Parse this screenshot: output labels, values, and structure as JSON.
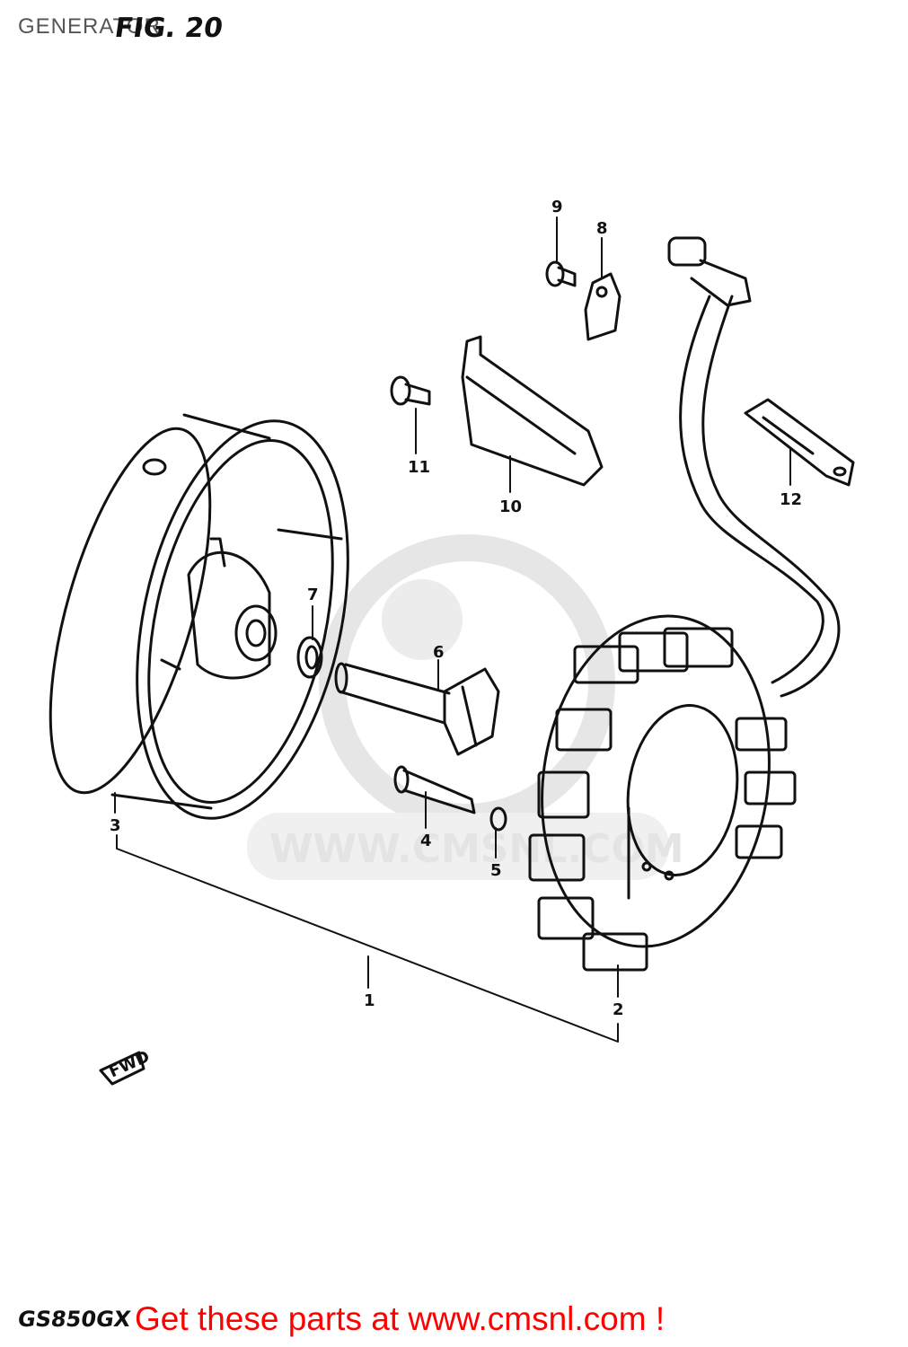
{
  "page_title": "GENERATOR",
  "figure_label": "FIG. 20",
  "model_code": "GS850GX",
  "footer_link": "Get these parts at www.cmsnl.com !",
  "watermark": "WWW.CMSNL.COM",
  "callouts": {
    "c1": "1",
    "c2": "2",
    "c3": "3",
    "c4": "4",
    "c5": "5",
    "c6": "6",
    "c7": "7",
    "c8": "8",
    "c9": "9",
    "c10": "10",
    "c11": "11",
    "c12": "12"
  },
  "fwd_label": "FWD",
  "colors": {
    "link": "#ff0000",
    "ink": "#111111",
    "title": "#555555",
    "watermark": "#e4e4e4"
  }
}
